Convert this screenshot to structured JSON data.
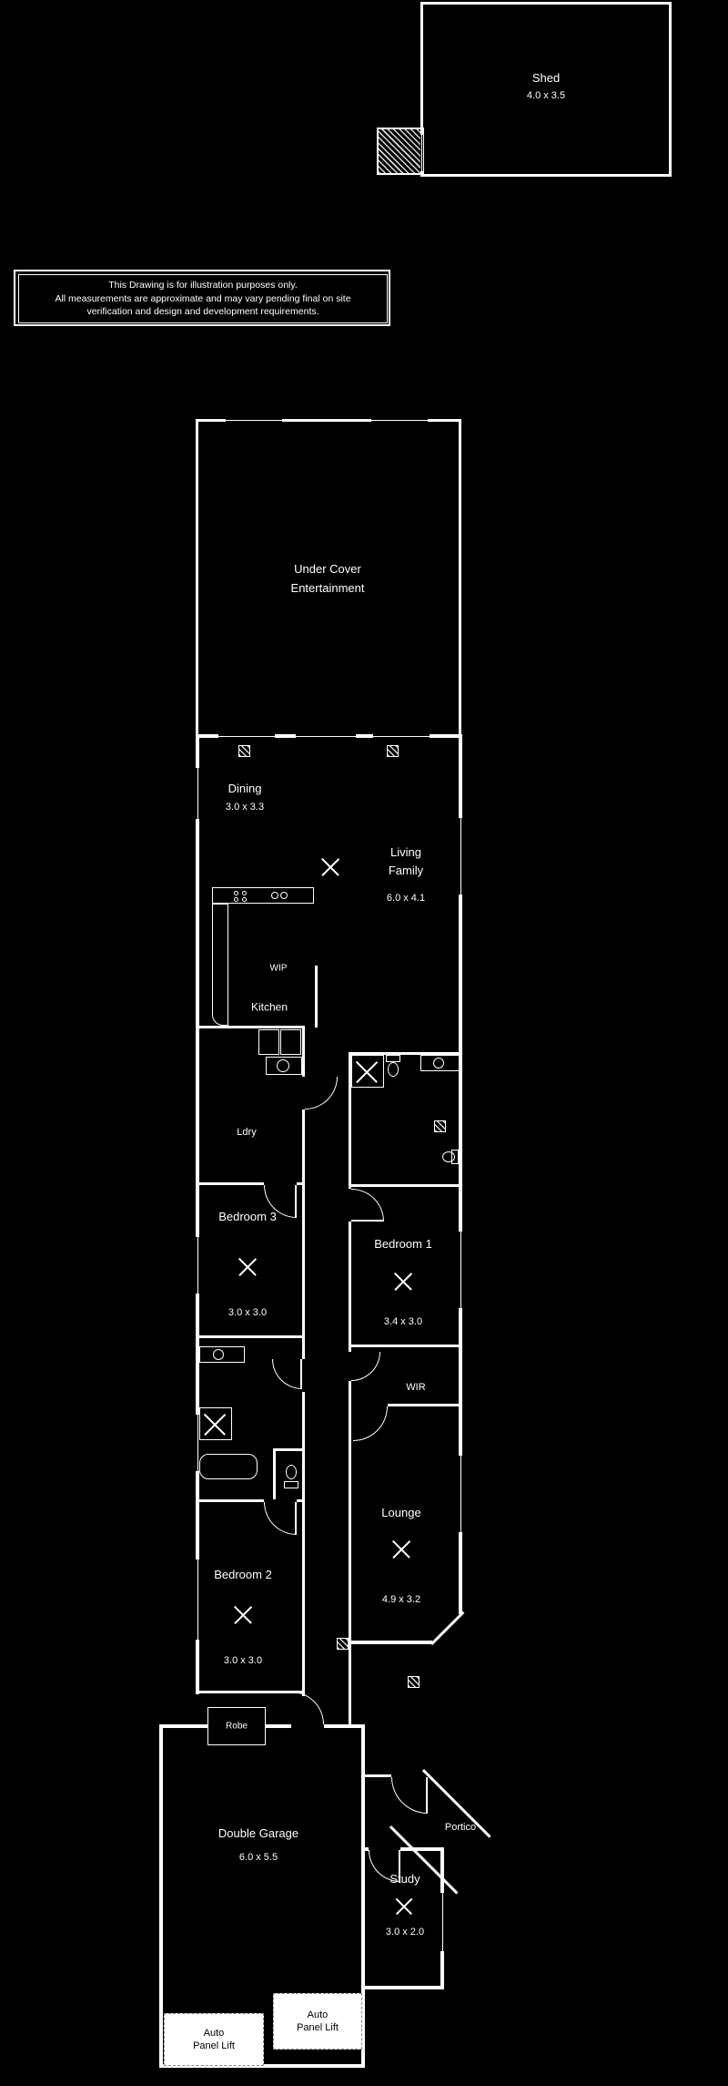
{
  "colors": {
    "background": "#000000",
    "wall": "#ffffff",
    "text": "#ffffff",
    "panel_bg": "#ffffff",
    "panel_text": "#000000"
  },
  "disclaimer": {
    "line1": "This Drawing is for illustration purposes only.",
    "line2": "All measurements are approximate and may vary pending final on site",
    "line3": "verification and design and development requirements."
  },
  "rooms": {
    "shed": {
      "name": "Shed",
      "dims": "4.0 x 3.5"
    },
    "entertainment": {
      "line1": "Under Cover",
      "line2": "Entertainment"
    },
    "dining": {
      "name": "Dining",
      "dims": "3.0 x 3.3"
    },
    "living": {
      "line1": "Living",
      "line2": "Family",
      "dims": "6.0 x 4.1"
    },
    "wip": {
      "name": "WIP"
    },
    "kitchen": {
      "name": "Kitchen"
    },
    "laundry": {
      "name": "Ldry"
    },
    "bedroom3": {
      "name": "Bedroom 3",
      "dims": "3.0 x 3.0"
    },
    "bedroom1": {
      "name": "Bedroom 1",
      "dims": "3.4 x 3.0"
    },
    "wir": {
      "name": "WIR"
    },
    "lounge": {
      "name": "Lounge",
      "dims": "4.9 x 3.2"
    },
    "bedroom2": {
      "name": "Bedroom 2",
      "dims": "3.0 x 3.0"
    },
    "robe": {
      "name": "Robe"
    },
    "garage": {
      "name": "Double Garage",
      "dims": "6.0 x 5.5"
    },
    "portico": {
      "name": "Portico"
    },
    "study": {
      "name": "Study",
      "dims": "3.0 x 2.0"
    },
    "garage_door_left": {
      "line1": "Auto",
      "line2": "Panel Lift"
    },
    "garage_door_right": {
      "line1": "Auto",
      "line2": "Panel Lift"
    }
  }
}
